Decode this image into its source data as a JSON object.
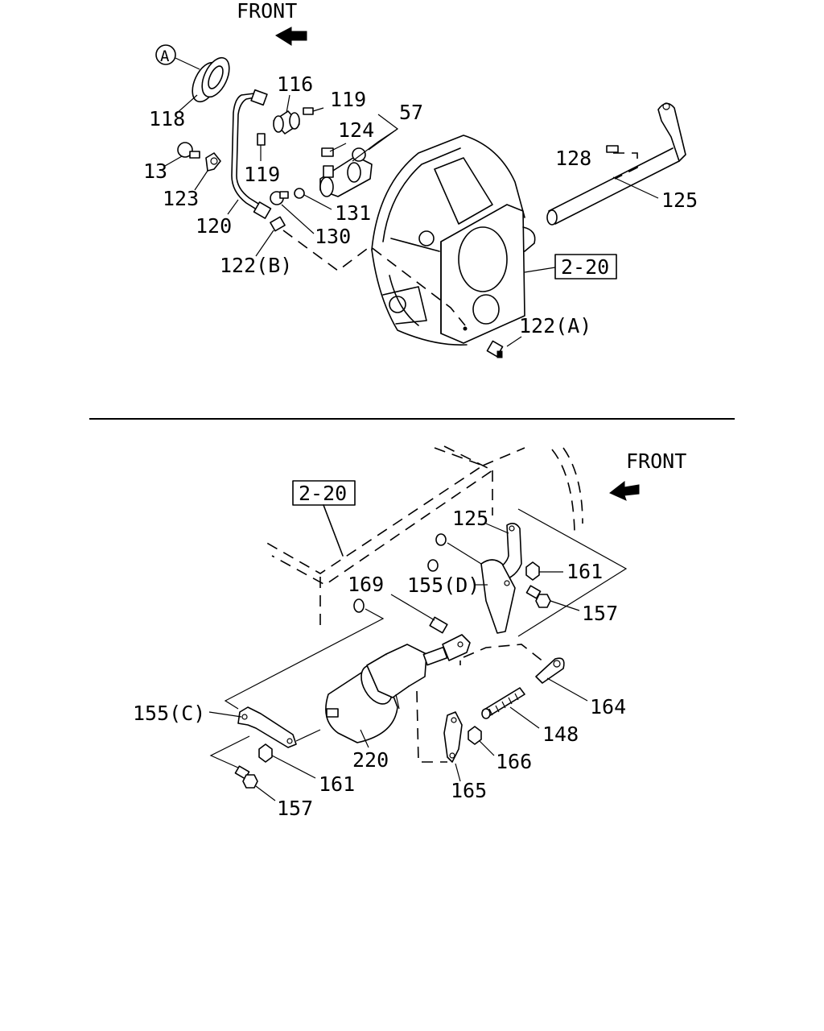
{
  "labels": {
    "front_top": "FRONT",
    "front_bottom": "FRONT",
    "circle_a": "A",
    "l118": "118",
    "l116": "116",
    "l119a": "119",
    "l119b": "119",
    "l57": "57",
    "l124": "124",
    "l13": "13",
    "l123": "123",
    "l120": "120",
    "l131": "131",
    "l130": "130",
    "l122b": "122(B)",
    "l128": "128",
    "l125_top": "125",
    "ref_top": "2-20",
    "l122a": "122(A)",
    "ref_bottom": "2-20",
    "l125_bottom": "125",
    "l161a": "161",
    "l169": "169",
    "l155d": "155(D)",
    "l157a": "157",
    "l164": "164",
    "l155c": "155(C)",
    "l148": "148",
    "l166": "166",
    "l220": "220",
    "l161b": "161",
    "l165": "165",
    "l157b": "157"
  },
  "icons": {
    "front_top": "front-arrow-icon",
    "front_bottom": "front-arrow-icon"
  }
}
